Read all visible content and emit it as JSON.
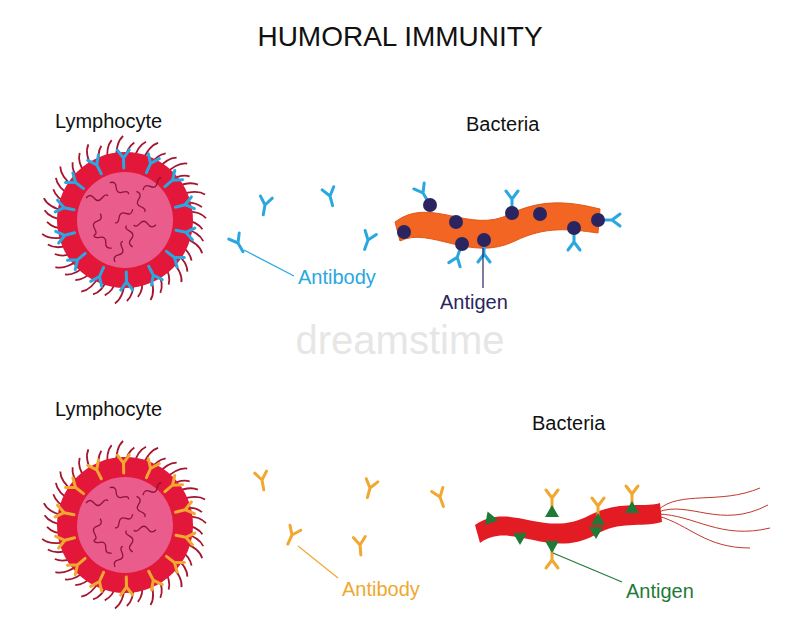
{
  "diagram": {
    "title": "HUMORAL IMMUNITY",
    "labels": [
      "Lymphocyte",
      "Bacteria",
      "Antibody",
      "Antigen",
      "dreamstime",
      "Lymphocyte",
      "Bacteria",
      "Antibody",
      "Antigen"
    ]
  }
}
